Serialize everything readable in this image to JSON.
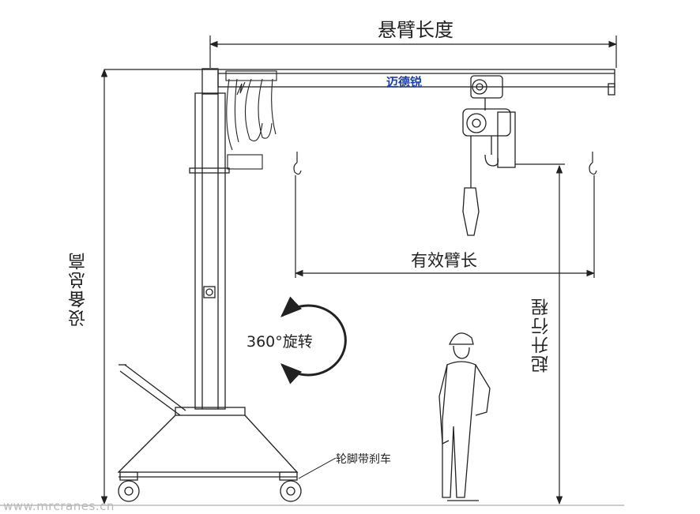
{
  "labels": {
    "arm_length": "悬臂长度",
    "effective_arm_length": "有效臂长",
    "brand": "迈德锐",
    "total_height": "设备总高",
    "lifting_travel": "起升行程",
    "rotation": "360°旋转",
    "wheel_brake": "轮脚带刹车",
    "website": "www.mrcranes.cn"
  },
  "colors": {
    "line": "#222222",
    "brand": "#1a3fa3",
    "watermark": "#b9b9b9"
  }
}
